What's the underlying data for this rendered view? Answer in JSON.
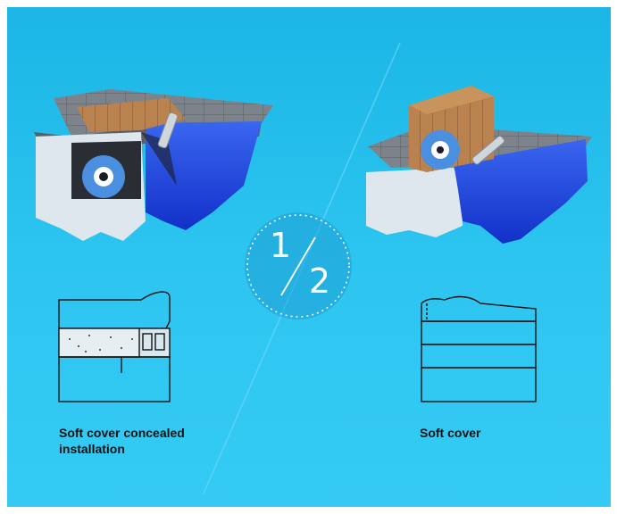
{
  "badge": {
    "numerator": "1",
    "denominator": "2"
  },
  "left": {
    "caption": "Soft cover concealed installation"
  },
  "right": {
    "caption": "Soft cover"
  },
  "colors": {
    "background": "#2ec6f1",
    "water": "#1f4fe0",
    "deck": "#7a8088",
    "wood": "#b07a4a",
    "roller": "#4a8fe0"
  }
}
